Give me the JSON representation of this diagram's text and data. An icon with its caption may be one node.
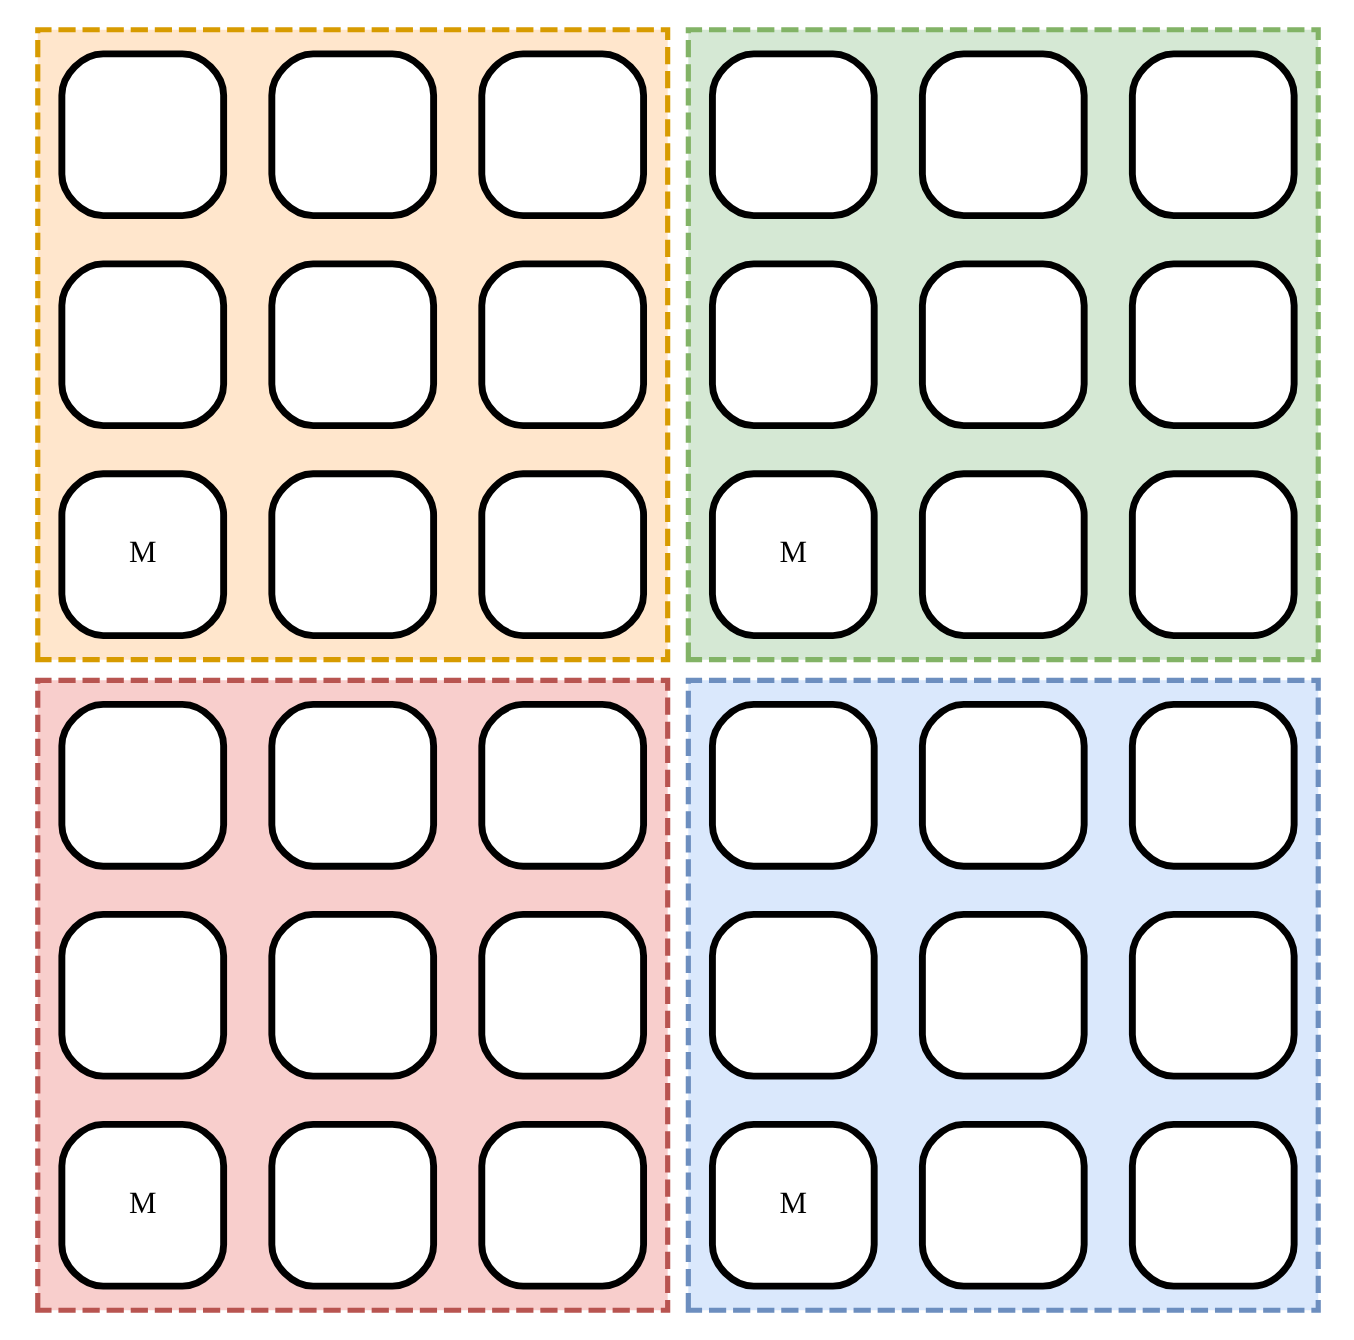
{
  "diagram": {
    "nodes": [
      {
        "text": [],
        "shape": "box"
      },
      {
        "text": [],
        "shape": "box",
        "in": 0
      },
      {
        "text": [],
        "shape": "box",
        "in": 0
      },
      {
        "text": [],
        "shape": "box",
        "in": 0
      },
      {
        "text": [],
        "shape": "box",
        "in": 0
      },
      {
        "text": [],
        "shape": "box",
        "in": 0
      },
      {
        "text": [],
        "shape": "box",
        "in": 0
      },
      {
        "text": [
          "M"
        ],
        "in": 0
      },
      {
        "text": [],
        "shape": "box",
        "in": 0
      },
      {
        "text": [],
        "shape": "box",
        "in": 0
      },
      {
        "text": [],
        "shape": "box"
      },
      {
        "text": [],
        "shape": "box",
        "in": 10
      },
      {
        "text": [],
        "shape": "box",
        "in": 10
      },
      {
        "text": [],
        "shape": "box",
        "in": 10
      },
      {
        "text": [],
        "shape": "box",
        "in": 10
      },
      {
        "text": [],
        "shape": "box",
        "in": 10
      },
      {
        "text": [],
        "shape": "box",
        "in": 10
      },
      {
        "text": [
          "M"
        ],
        "in": 10
      },
      {
        "text": [],
        "shape": "box",
        "in": 10
      },
      {
        "text": [],
        "shape": "box",
        "in": 10
      },
      {
        "text": [],
        "shape": "box"
      },
      {
        "text": [],
        "shape": "box",
        "in": 20
      },
      {
        "text": [],
        "shape": "box",
        "in": 20
      },
      {
        "text": [],
        "shape": "box",
        "in": 20
      },
      {
        "text": [],
        "shape": "box",
        "in": 20
      },
      {
        "text": [],
        "shape": "box",
        "in": 20
      },
      {
        "text": [],
        "shape": "box",
        "in": 20
      },
      {
        "text": [
          "M"
        ],
        "in": 20
      },
      {
        "text": [],
        "shape": "box",
        "in": 20
      },
      {
        "text": [],
        "shape": "box",
        "in": 20
      },
      {
        "text": [],
        "shape": "box"
      },
      {
        "text": [],
        "shape": "box",
        "in": 30
      },
      {
        "text": [],
        "shape": "box",
        "in": 30
      },
      {
        "text": [],
        "shape": "box",
        "in": 30
      },
      {
        "text": [],
        "shape": "box",
        "in": 30
      },
      {
        "text": [],
        "shape": "box",
        "in": 30
      },
      {
        "text": [],
        "shape": "box",
        "in": 30
      },
      {
        "text": [
          "M"
        ],
        "in": 30
      },
      {
        "text": [],
        "shape": "box",
        "in": 30
      },
      {
        "text": [],
        "shape": "box",
        "in": 30
      }
    ]
  }
}
